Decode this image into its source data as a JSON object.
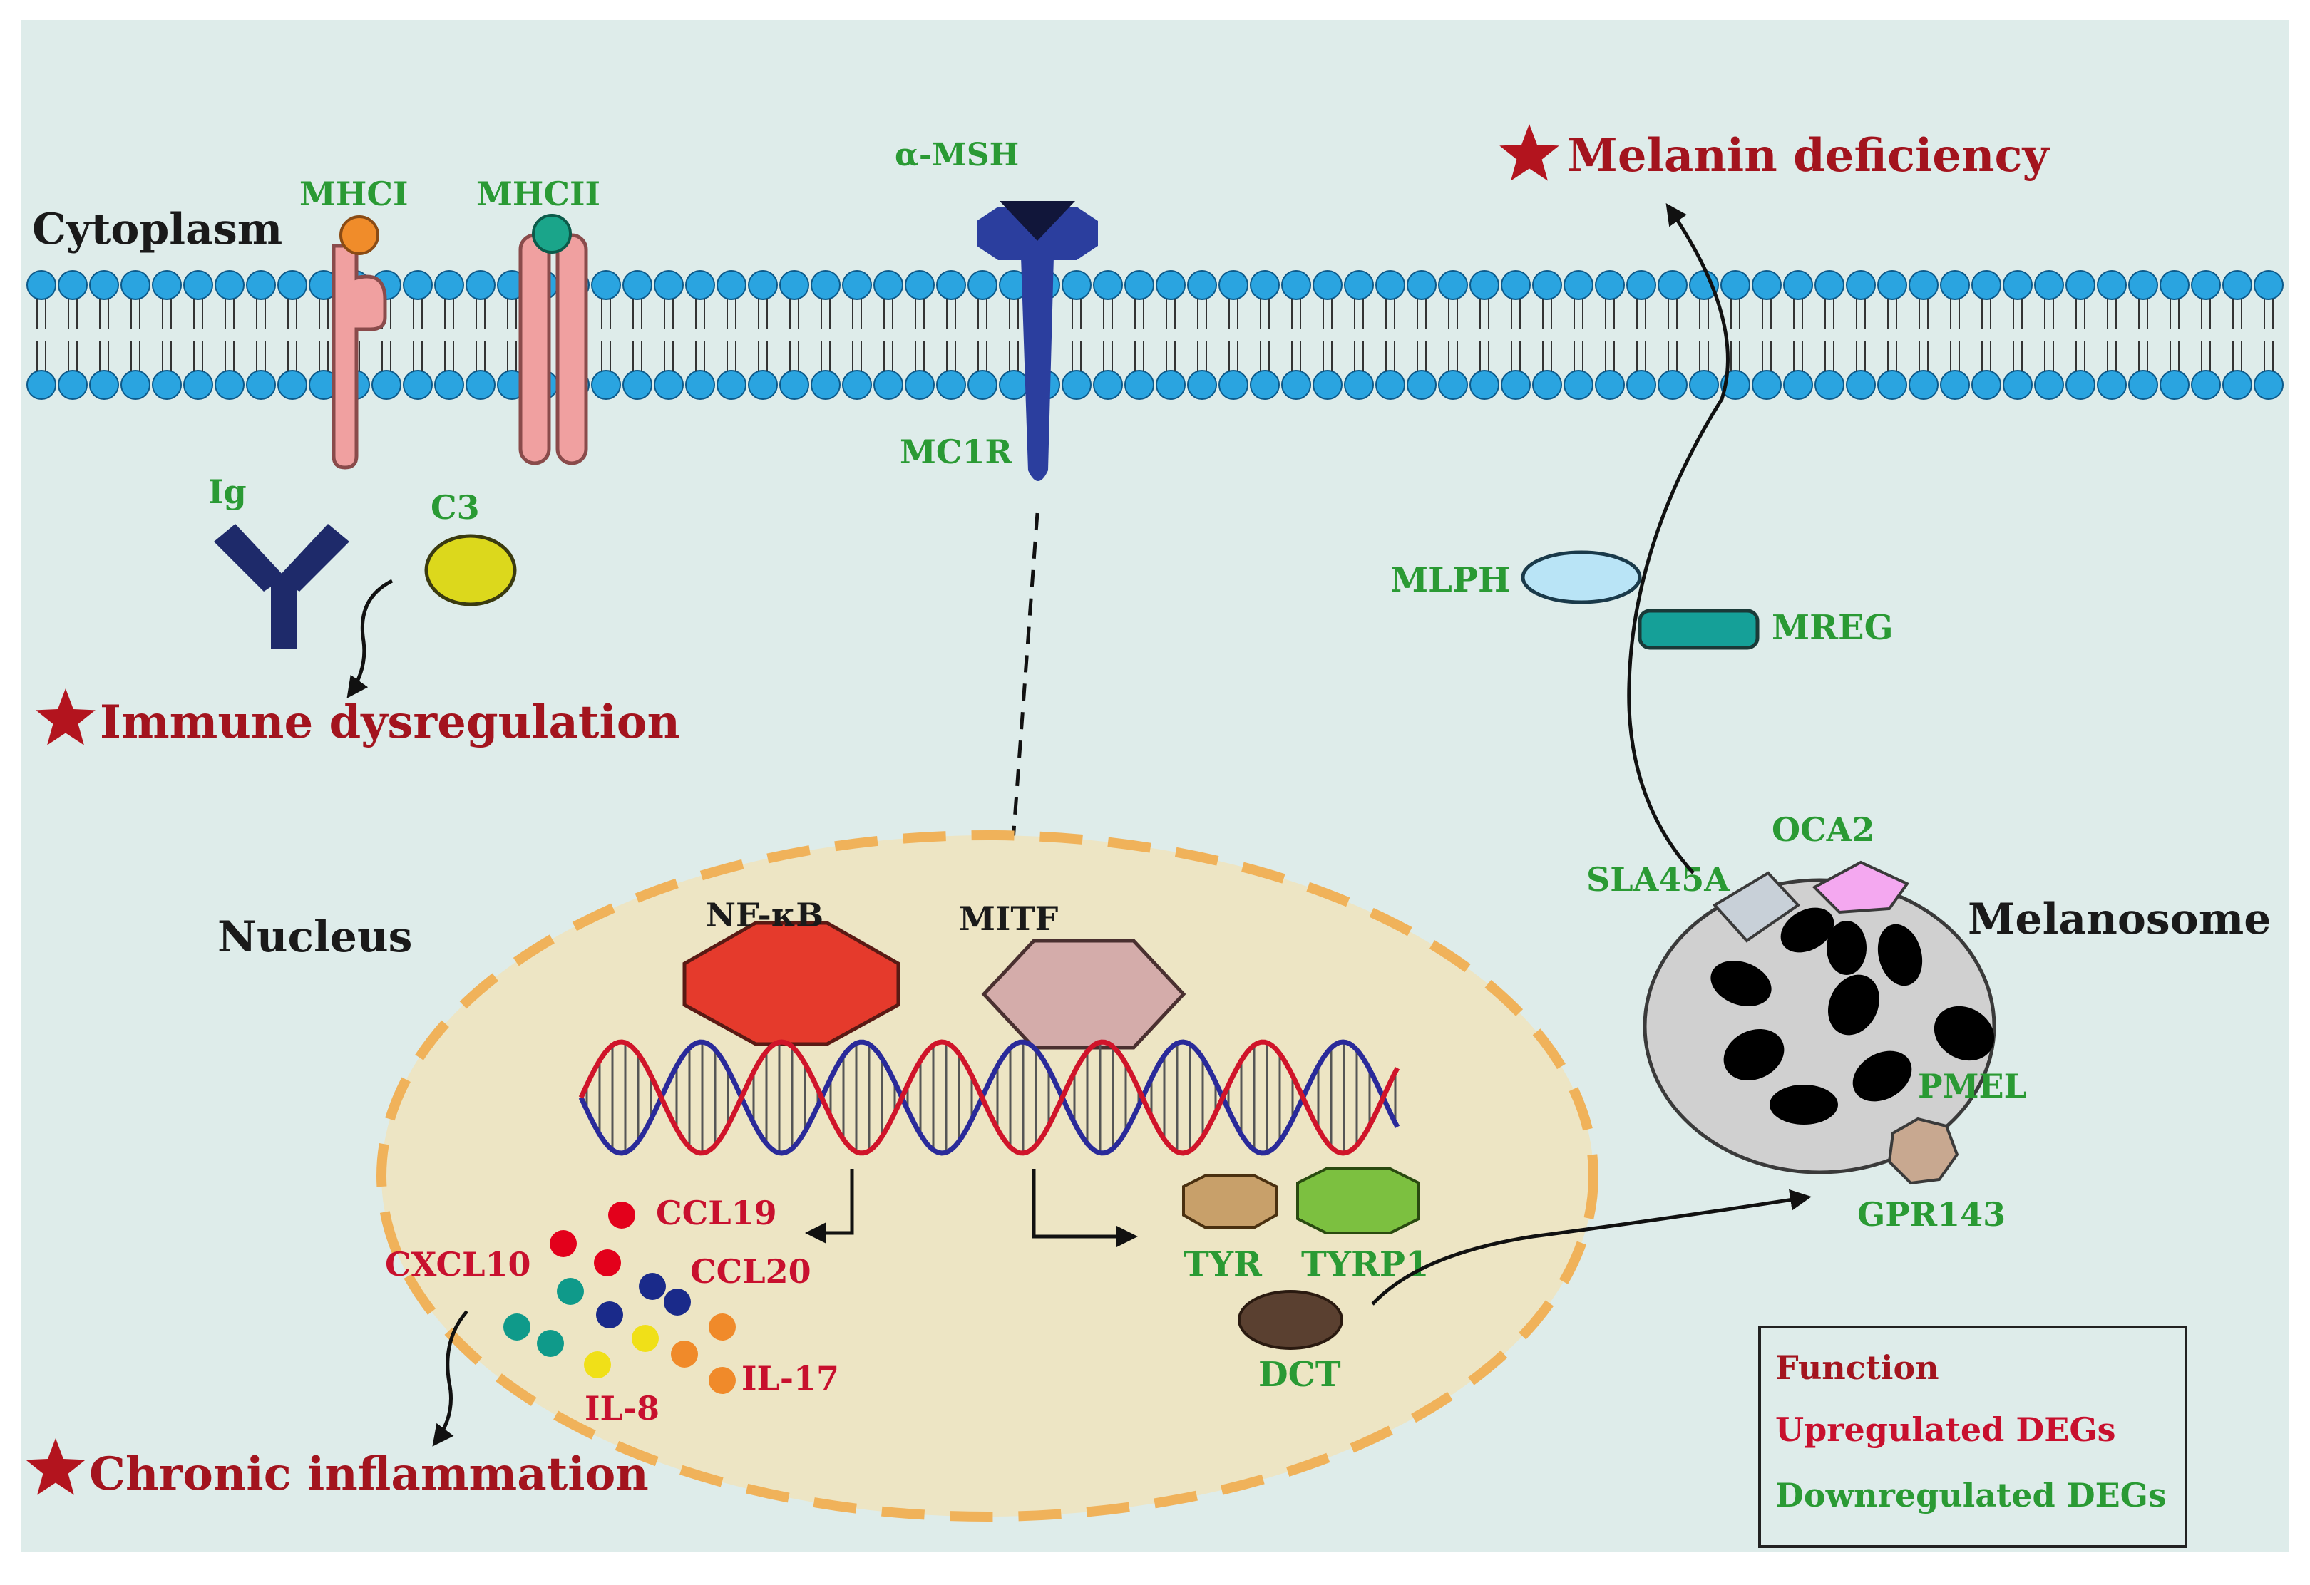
{
  "compartments": {
    "cytoplasm": "Cytoplasm",
    "nucleus": "Nucleus",
    "melanosome": "Melanosome"
  },
  "membrane_proteins": {
    "mhc1": "MHCI",
    "mhc2": "MHCII",
    "alpha_msh": "α-MSH",
    "mc1r": "MC1R"
  },
  "immune": {
    "ig": "Ig",
    "c3": "C3"
  },
  "functions": {
    "immune_dysregulation": "Immune dysregulation",
    "melanin_deficiency": "Melanin deficiency",
    "chronic_inflammation": "Chronic inflammation"
  },
  "transcription_factors": {
    "nfkb": "NF-κB",
    "mitf": "MITF"
  },
  "upregulated_genes": {
    "ccl19": "CCL19",
    "ccl20": "CCL20",
    "cxcl10": "CXCL10",
    "il8": "IL-8",
    "il17": "IL-17"
  },
  "downregulated_genes": {
    "tyr": "TYR",
    "tyrp1": "TYRP1",
    "dct": "DCT",
    "mlph": "MLPH",
    "mreg": "MREG",
    "sla45a": "SLA45A",
    "oca2": "OCA2",
    "pmel": "PMEL",
    "gpr143": "GPR143"
  },
  "legend": {
    "function": "Function",
    "upregulated": "Upregulated DEGs",
    "downregulated": "Downregulated DEGs"
  },
  "colors": {
    "background": "#deecea",
    "membrane_head": "#2aa4e0",
    "mhc": "#f0a0a0",
    "mc1r": "#2b3e9e",
    "nucleus_fill": "#ede5c4",
    "nucleus_border": "#f0b25a",
    "nfkb": "#e53a2c",
    "mitf": "#d4acaa",
    "function_star": "#b3141e",
    "green_text": "#2a9a34",
    "red_text": "#c8102e"
  }
}
